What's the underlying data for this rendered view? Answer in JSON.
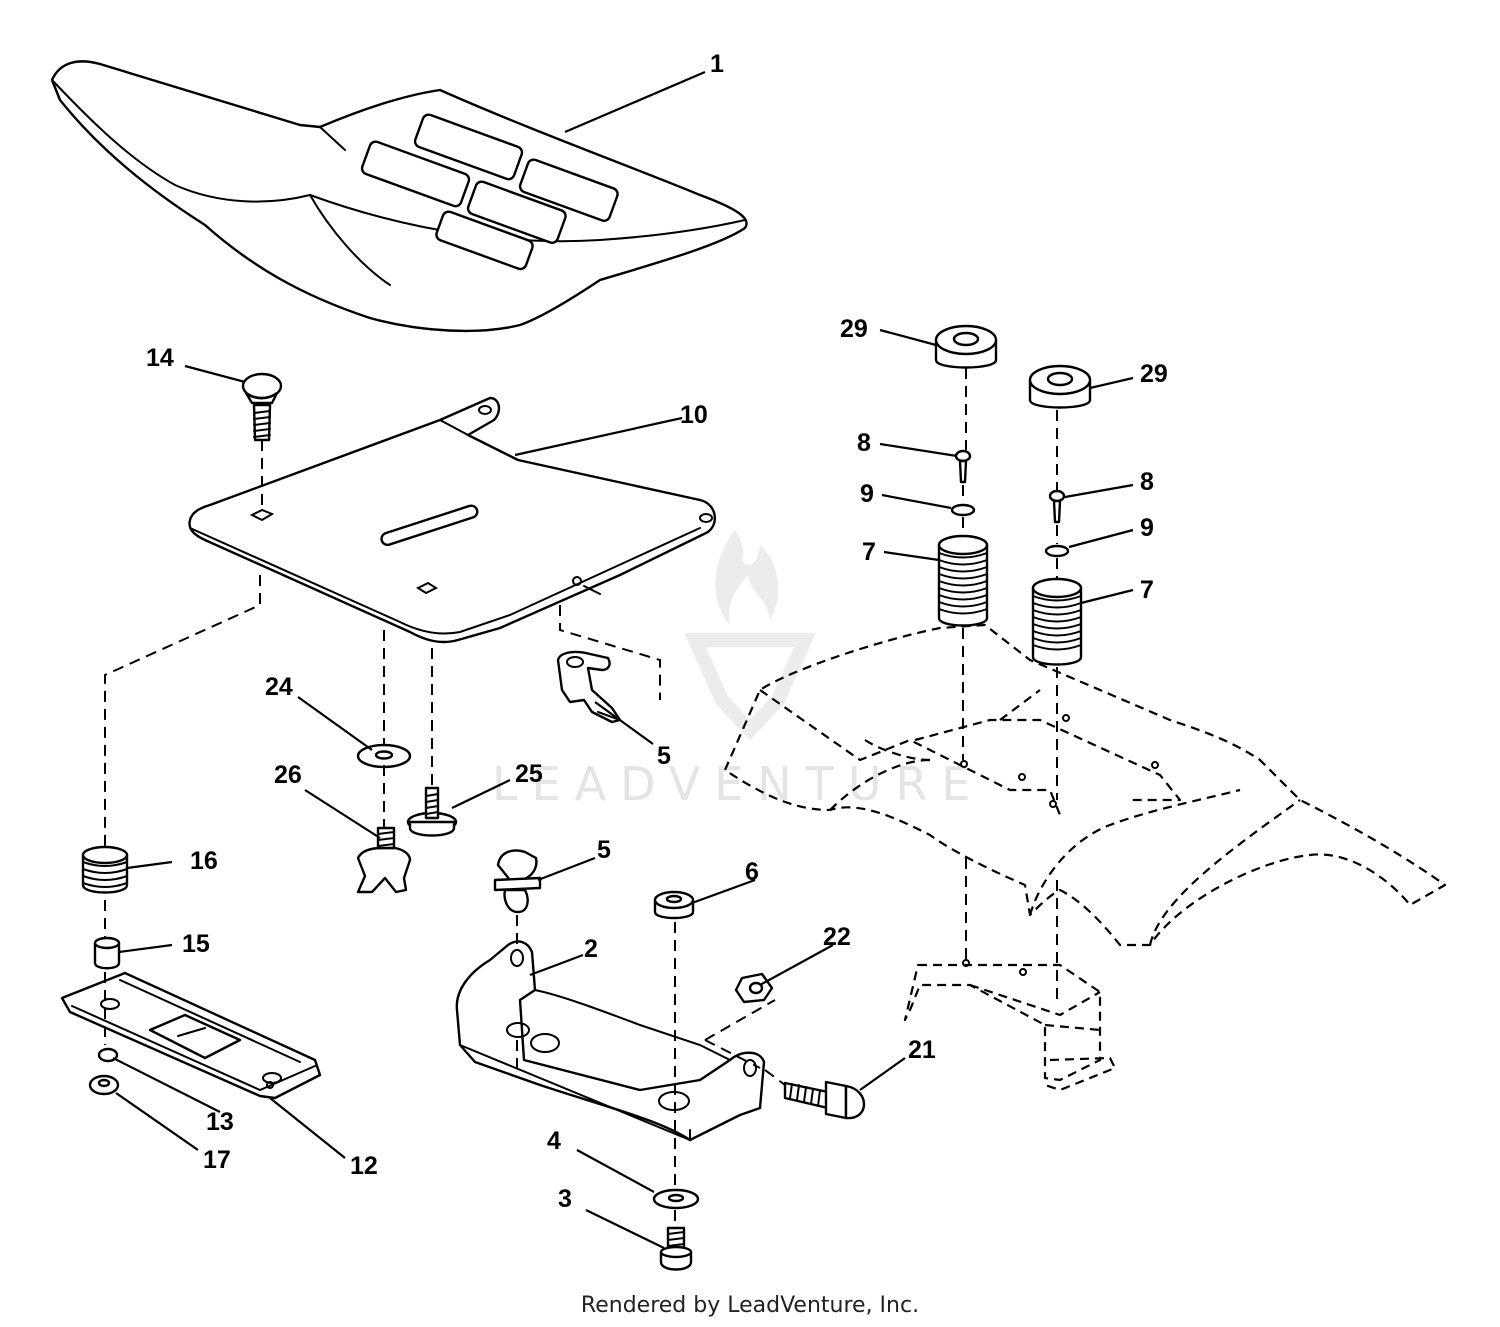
{
  "watermark": "LEADVENTURE",
  "footer": "Rendered by LeadVenture, Inc.",
  "callouts": [
    {
      "id": "c1",
      "label": "1"
    },
    {
      "id": "c2",
      "label": "2"
    },
    {
      "id": "c3",
      "label": "3"
    },
    {
      "id": "c4",
      "label": "4"
    },
    {
      "id": "c5a",
      "label": "5"
    },
    {
      "id": "c5b",
      "label": "5"
    },
    {
      "id": "c6",
      "label": "6"
    },
    {
      "id": "c7a",
      "label": "7"
    },
    {
      "id": "c7b",
      "label": "7"
    },
    {
      "id": "c8a",
      "label": "8"
    },
    {
      "id": "c8b",
      "label": "8"
    },
    {
      "id": "c9a",
      "label": "9"
    },
    {
      "id": "c9b",
      "label": "9"
    },
    {
      "id": "c10",
      "label": "10"
    },
    {
      "id": "c12",
      "label": "12"
    },
    {
      "id": "c13",
      "label": "13"
    },
    {
      "id": "c14",
      "label": "14"
    },
    {
      "id": "c15",
      "label": "15"
    },
    {
      "id": "c16",
      "label": "16"
    },
    {
      "id": "c17",
      "label": "17"
    },
    {
      "id": "c21",
      "label": "21"
    },
    {
      "id": "c22",
      "label": "22"
    },
    {
      "id": "c24",
      "label": "24"
    },
    {
      "id": "c25",
      "label": "25"
    },
    {
      "id": "c26",
      "label": "26"
    },
    {
      "id": "c29a",
      "label": "29"
    },
    {
      "id": "c29b",
      "label": "29"
    }
  ]
}
